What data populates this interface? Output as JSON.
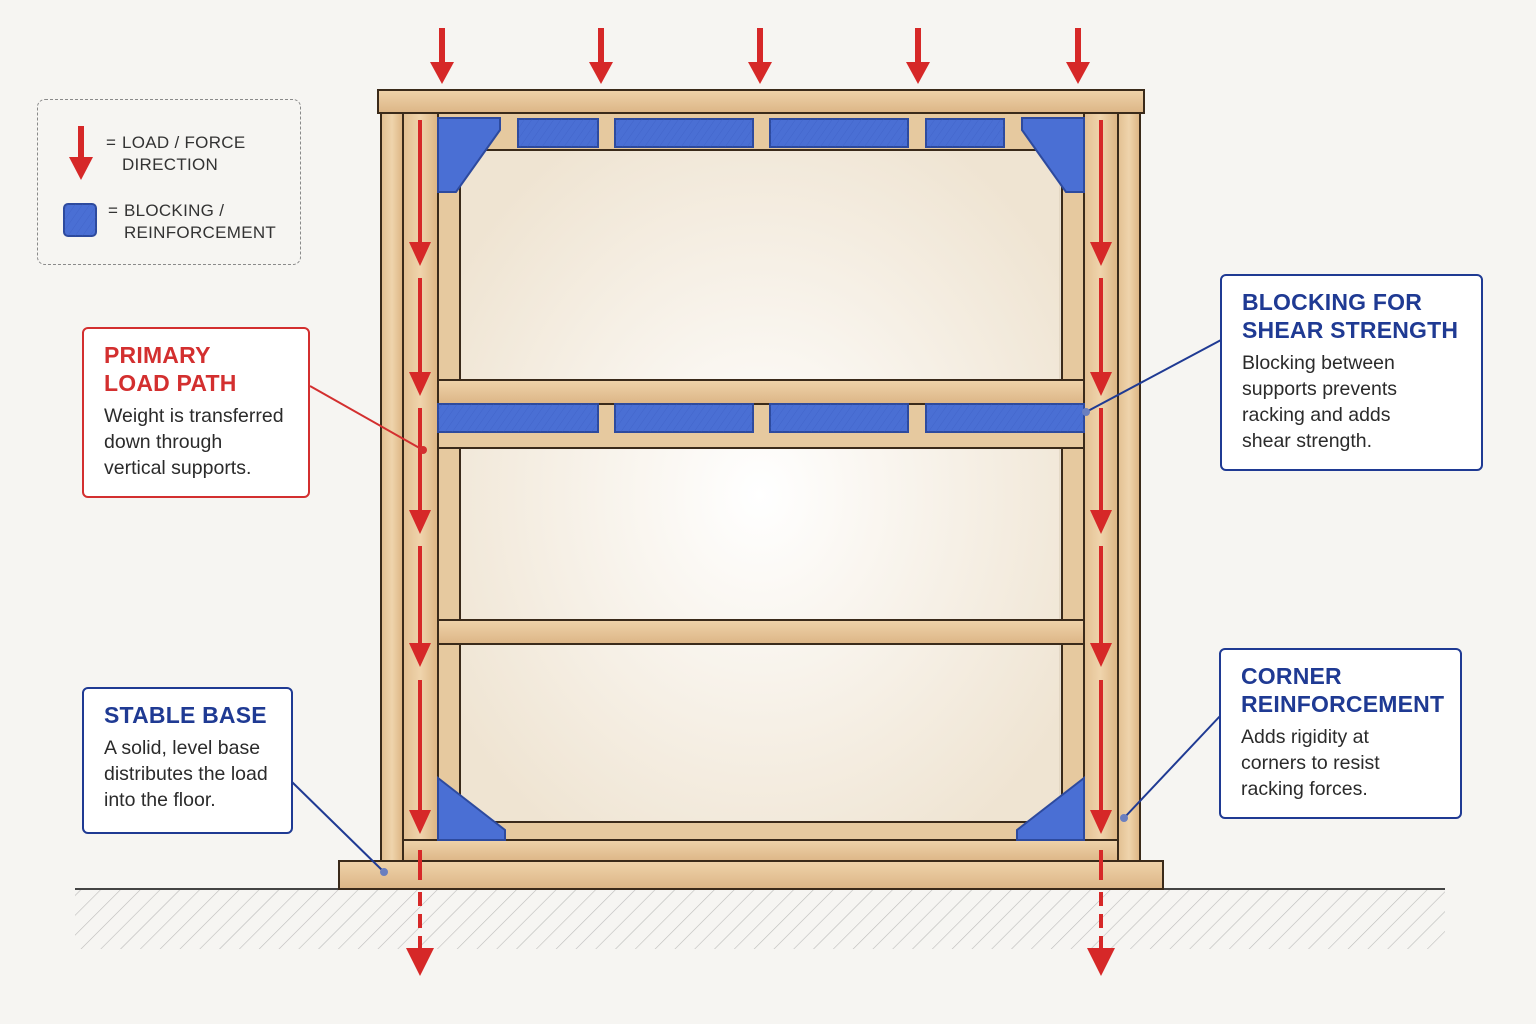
{
  "legend": {
    "load_label": "LOAD / FORCE\nDIRECTION",
    "blocking_label": "BLOCKING /\nREINFORCEMENT",
    "equals": "="
  },
  "callouts": {
    "primary_load_path": {
      "title": "PRIMARY\nLOAD PATH",
      "body": "Weight is transferred\ndown through\nvertical supports."
    },
    "stable_base": {
      "title": "STABLE BASE",
      "body": "A solid, level base\ndistributes the load\ninto the floor."
    },
    "blocking_shear": {
      "title": "BLOCKING FOR\nSHEAR STRENGTH",
      "body": "Blocking between\nsupports prevents\nracking and adds\nshear strength."
    },
    "corner_reinforcement": {
      "title": "CORNER\nREINFORCEMENT",
      "body": "Adds rigidity at\ncorners to resist\nracking forces."
    }
  },
  "colors": {
    "load_arrow": "#d62828",
    "blocking": "#4a6fd4",
    "wood": "#e8c9a0",
    "wood_edge": "#3a2a1a",
    "red_text": "#d32f2f",
    "blue_text": "#1f3a93"
  },
  "icons": [
    "down-arrow-icon",
    "blocking-swatch-icon"
  ]
}
